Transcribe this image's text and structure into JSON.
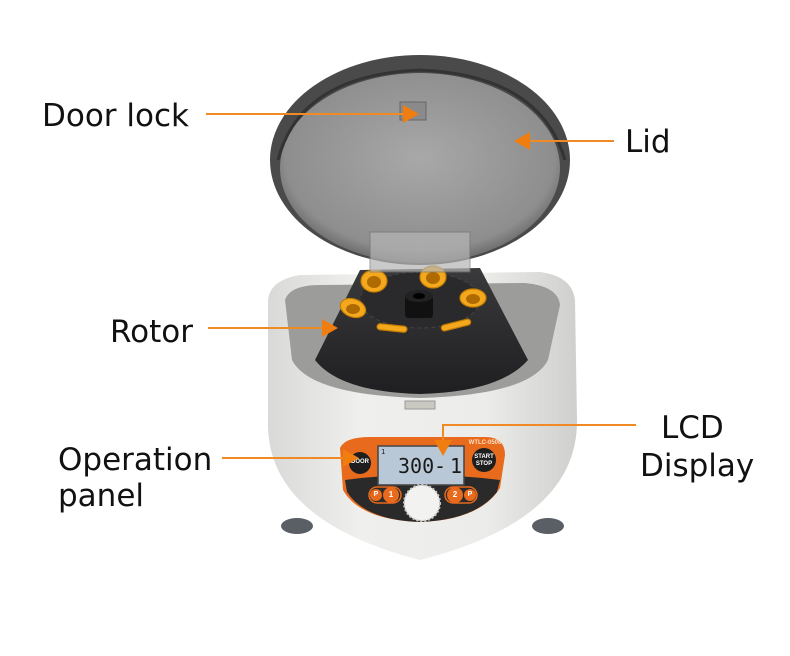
{
  "diagram": {
    "subject": "Mini centrifuge",
    "callouts": [
      {
        "id": "door-lock",
        "label": "Door lock"
      },
      {
        "id": "lid",
        "label": "Lid"
      },
      {
        "id": "rotor",
        "label": "Rotor"
      },
      {
        "id": "operation-panel",
        "label_line1": "Operation",
        "label_line2": "panel"
      },
      {
        "id": "lcd-display",
        "label_line1": "LCD",
        "label_line2": "Display"
      }
    ],
    "device": {
      "model": "WTLC-0506",
      "door_button": "DOOR",
      "start_stop_line1": "START",
      "start_stop_line2": "STOP",
      "lcd_speed": "300",
      "lcd_separator": "-",
      "lcd_time": "1",
      "lcd_unit_left": "1",
      "program_1_p": "P",
      "program_1_num": "1",
      "program_2_num": "2",
      "program_2_p": "P"
    },
    "colors": {
      "accent": "#f08a24",
      "panel_orange": "#e86a1c",
      "body": "#e8e8e6",
      "rotor": "#2e2e30",
      "tube_cap": "#f3a81e",
      "lcd": "#b9c8d6"
    }
  }
}
